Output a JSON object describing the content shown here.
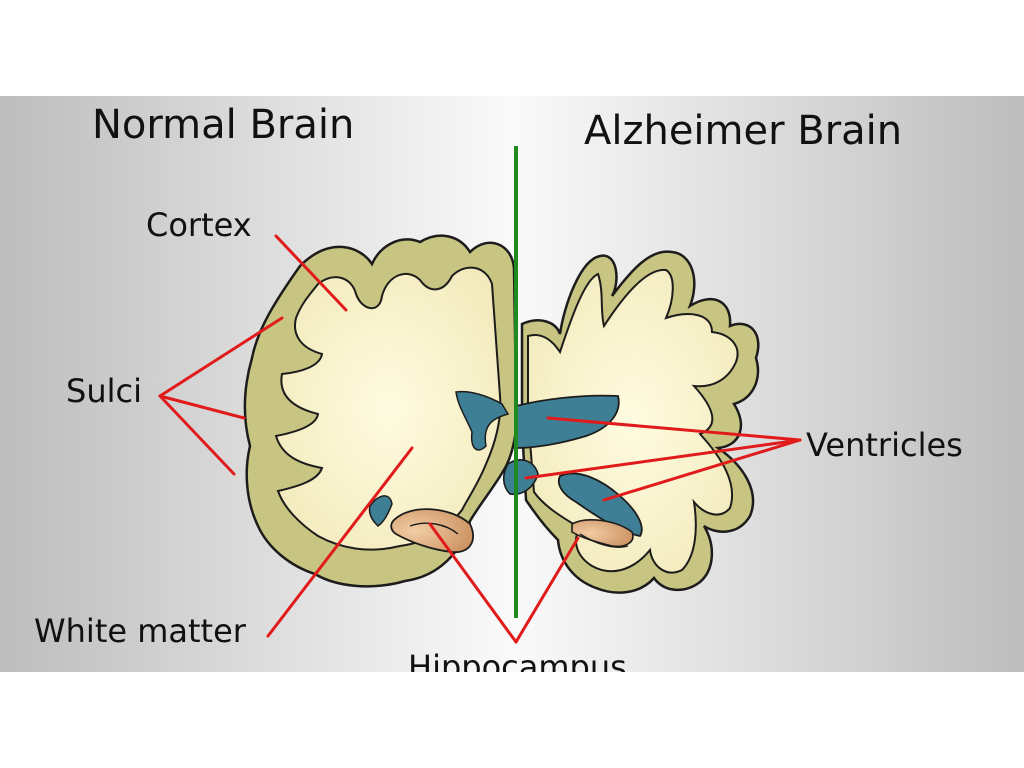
{
  "titles": {
    "left": "Normal Brain",
    "right": "Alzheimer Brain"
  },
  "labels": {
    "cortex": "Cortex",
    "sulci": "Sulci",
    "white_matter": "White matter",
    "ventricles": "Ventricles",
    "hippocampus": "Hippocampus"
  },
  "colors": {
    "cortex_fill": "#c8c582",
    "white_matter_fill": "#fbf6d3",
    "ventricle_fill": "#3f7f96",
    "hippocampus_fill": "#d8a77a",
    "pointer_line": "#e11b1b",
    "divider_line": "#1f8a1f",
    "outline": "#1c1c1c"
  }
}
